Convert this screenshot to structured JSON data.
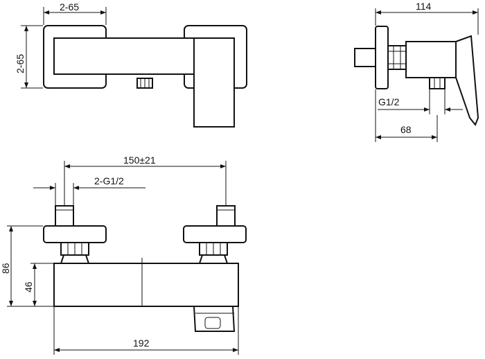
{
  "dimensions": {
    "top_view_width": "2-65",
    "top_view_height": "2-65",
    "side_overall": "114",
    "side_thread": "G1/2",
    "side_depth": "68",
    "front_centers": "150±21",
    "front_threads": "2-G1/2",
    "front_height_overall": "86",
    "front_height_body": "46",
    "front_width": "192"
  }
}
